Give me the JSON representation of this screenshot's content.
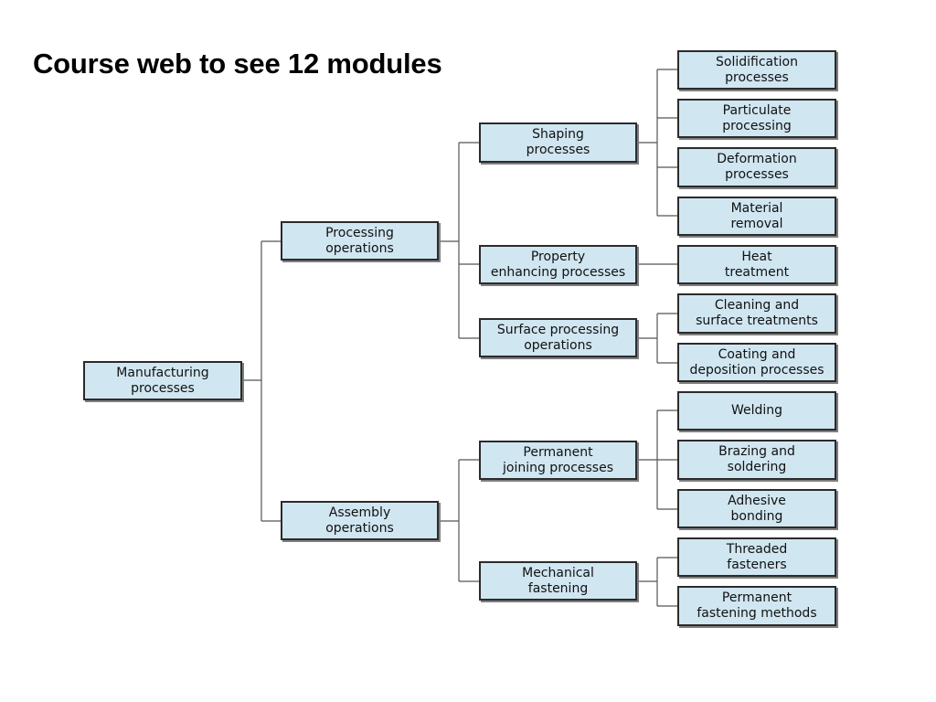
{
  "slide": {
    "title": "Course web to see 12 modules"
  },
  "colors": {
    "box_fill": "#d0e6f1",
    "box_border": "#2b2b2b",
    "connector": "#555555"
  },
  "tree": {
    "root": "Manufacturing\nprocesses",
    "branches": [
      {
        "label": "Processing\noperations",
        "groups": [
          {
            "label": "Shaping\nprocesses",
            "leaves": [
              "Solidification\nprocesses",
              "Particulate\nprocessing",
              "Deformation\nprocesses",
              "Material\nremoval"
            ]
          },
          {
            "label": "Property\nenhancing processes",
            "leaves": [
              "Heat\ntreatment"
            ]
          },
          {
            "label": "Surface processing\noperations",
            "leaves": [
              "Cleaning and\nsurface treatments",
              "Coating and\ndeposition processes"
            ]
          }
        ]
      },
      {
        "label": "Assembly\noperations",
        "groups": [
          {
            "label": "Permanent\njoining processes",
            "leaves": [
              "Welding",
              "Brazing and\nsoldering",
              "Adhesive\nbonding"
            ]
          },
          {
            "label": "Mechanical\nfastening",
            "leaves": [
              "Threaded\nfasteners",
              "Permanent\nfastening methods"
            ]
          }
        ]
      }
    ]
  }
}
